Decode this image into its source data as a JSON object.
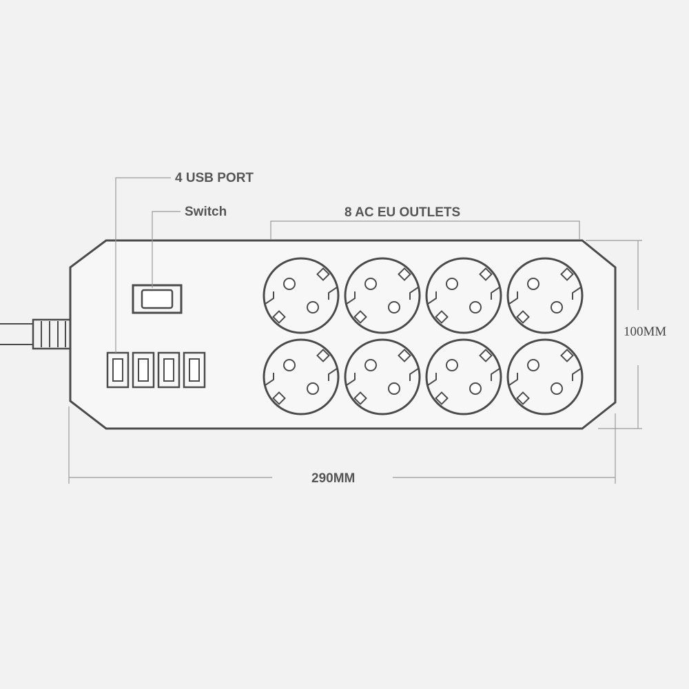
{
  "labels": {
    "usb": "4 USB PORT",
    "switch": "Switch",
    "outlets": "8 AC EU OUTLETS",
    "height": "100MM",
    "width": "290MM"
  },
  "outlet_count": 8,
  "usb_count": 4,
  "colors": {
    "background": "#f2f2f2",
    "line": "#4a4a4a",
    "guide": "#9a9a9a",
    "body": "#f7f7f7"
  }
}
